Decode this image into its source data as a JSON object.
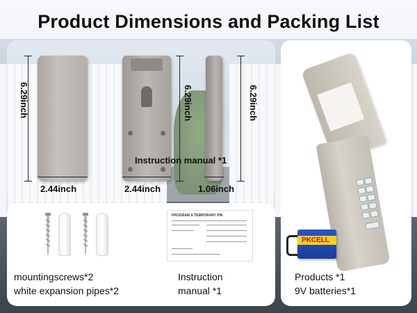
{
  "title": "Product Dimensions and Packing List",
  "dimensions": {
    "front_height": "6.29inch",
    "front_width": "2.44inch",
    "back_height": "6.29inch",
    "back_width": "2.44inch",
    "side_height": "6.29inch",
    "side_depth": "1.06inch"
  },
  "manual_caption": "Instruction manual *1",
  "manual_image_heading": "PROGRAM A TEMPORARY PIN",
  "battery_brand": "PKCELL",
  "packing": {
    "parts_line1": "mountingscrews*2",
    "parts_line2": "white expansion pipes*2",
    "manual_line1": "Instruction",
    "manual_line2": "manual *1",
    "products_line1": "Products *1",
    "products_line2": "9V batteries*1"
  }
}
